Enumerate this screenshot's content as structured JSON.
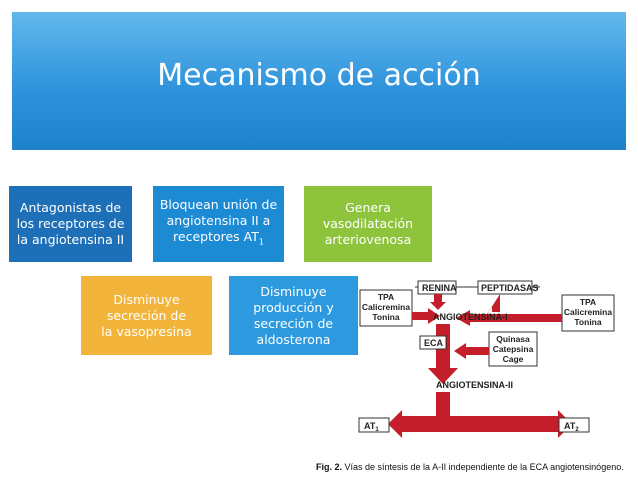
{
  "slide": {
    "title": "Mecanismo de acción",
    "banner_color": "#2f94dc"
  },
  "boxes": [
    {
      "text": "Antagonistas de\nlos receptores de\nla angiotensina II",
      "color": "#1d6fb8"
    },
    {
      "text": "Bloquean unión de\nangiotensina II a\nreceptores AT",
      "sub": "1",
      "color": "#1d8ad4"
    },
    {
      "text": "Genera\nvasodilatación\narteriovenosa",
      "color": "#8dc43c"
    },
    {
      "text": "Disminuye\nsecreción de\nla vasopresina",
      "color": "#f2b43a"
    },
    {
      "text": "Disminuye\nproducción y\nsecreción de\naldosterona",
      "color": "#2d9ae0"
    }
  ],
  "figure": {
    "renina": "RENINA",
    "peptidasas": "PEPTIDASAS",
    "angiotensina_i": "ANGIOTENSINA-I",
    "angiotensina_ii": "ANGIOTENSINA-II",
    "eca": "ECA",
    "left_box": [
      "TPA",
      "Calicremina",
      "Tonina"
    ],
    "right_box": [
      "TPA",
      "Calicremina",
      "Tonina"
    ],
    "middle_box": [
      "Quinasa",
      "Catepsina",
      "Cage"
    ],
    "at1": "AT",
    "at1_sub": "1",
    "at2": "AT",
    "at2_sub": "2",
    "arrow_color": "#c41e2a",
    "caption_bold": "Fig. 2.",
    "caption_text": " Vías de síntesis de la A-II independiente de la ECA angiotensinógeno."
  }
}
